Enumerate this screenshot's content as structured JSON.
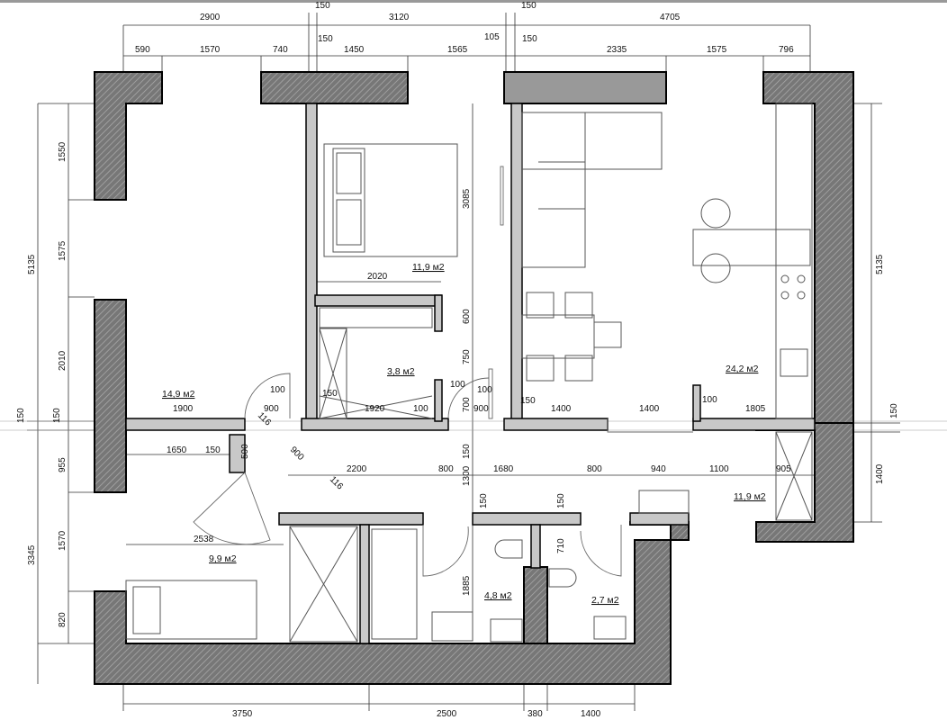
{
  "plan": {
    "top_dims": [
      "2900",
      "150",
      "3120",
      "150",
      "4705"
    ],
    "top_sub_dims": [
      "590",
      "1570",
      "740",
      "150",
      "1450",
      "1565",
      "105",
      "150",
      "2335",
      "1575",
      "796"
    ],
    "left_dims": [
      "5135",
      "1550",
      "1575",
      "2010",
      "150",
      "150",
      "955",
      "3345",
      "1570",
      "820"
    ],
    "right_dims": [
      "5135",
      "150",
      "1400"
    ],
    "bottom_dims": [
      "3750",
      "2500",
      "380",
      "1400"
    ],
    "interior_dims": [
      "3085",
      "2020",
      "600",
      "750",
      "100",
      "900",
      "150",
      "1920",
      "100",
      "100",
      "700",
      "100",
      "900",
      "150",
      "1400",
      "1400",
      "100",
      "1805",
      "1900",
      "116",
      "1650",
      "150",
      "500",
      "900",
      "2200",
      "800",
      "150",
      "1300",
      "1680",
      "800",
      "940",
      "1100",
      "905",
      "116",
      "150",
      "150",
      "2538",
      "710",
      "1885"
    ],
    "areas": [
      "11,9 м2",
      "3,8 м2",
      "14,9 м2",
      "24,2 м2",
      "11,9 м2",
      "9,9 м2",
      "4,8 м2",
      "2,7 м2"
    ]
  }
}
